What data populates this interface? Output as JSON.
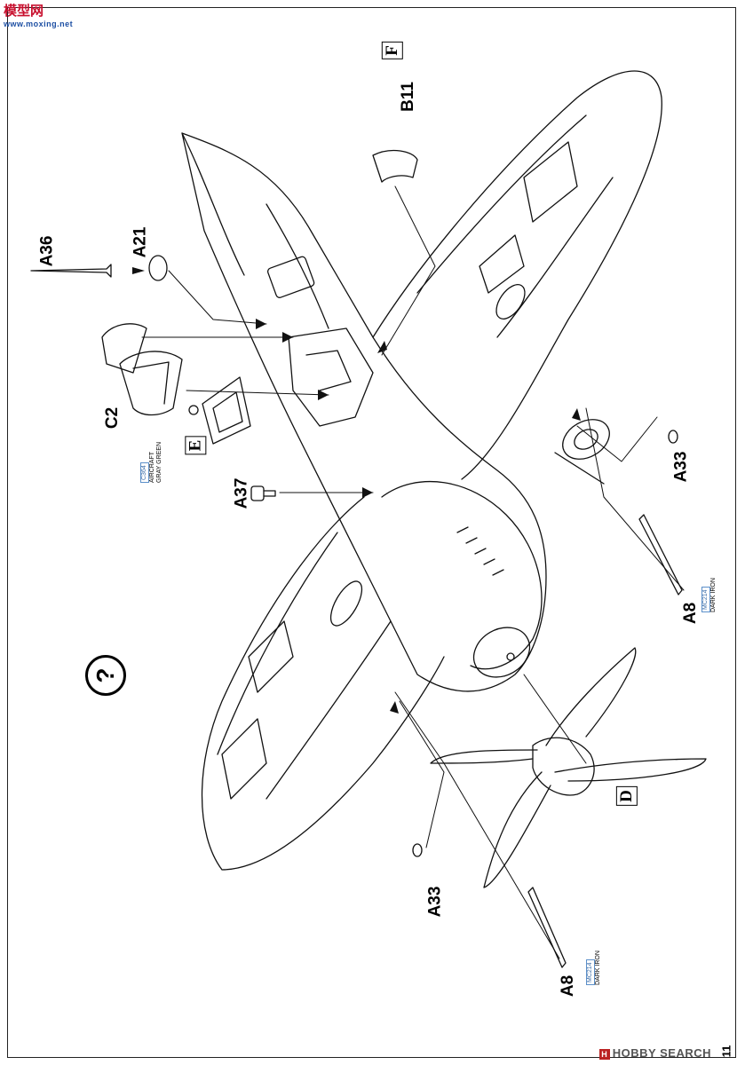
{
  "watermark_top": {
    "cn": "模型网",
    "domain": "www.moxing.net"
  },
  "watermark_bottom": "HOBBY SEARCH",
  "page_number": "11",
  "parts": {
    "b11": "B11",
    "f": "F",
    "a36": "A36",
    "a21": "A21",
    "c2": "C2",
    "e": "E",
    "a37": "A37",
    "a33_right": "A33",
    "a33_left": "A33",
    "a8_right": "A8",
    "a8_left": "A8",
    "d": "D"
  },
  "paint_callouts": {
    "c2": {
      "code": "C364",
      "name_line1": "AIRCRAFT",
      "name_line2": "GRAY GREEN"
    },
    "a8_right": {
      "code": "MC214",
      "name": "DARK IRON"
    },
    "a8_left": {
      "code": "MC214",
      "name": "DARK IRON"
    }
  },
  "symbols": {
    "question": "?"
  },
  "colors": {
    "line": "#111111",
    "paint_code": "#3d6ea8",
    "watermark_red": "#c8102e"
  }
}
